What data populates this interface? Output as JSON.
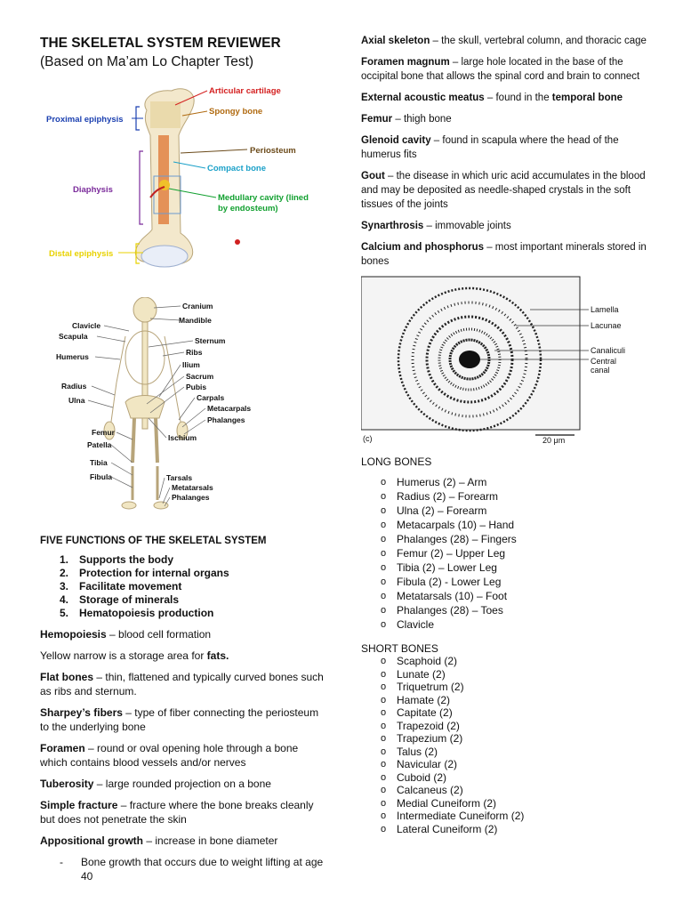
{
  "title": {
    "bold": "THE SKELETAL SYSTEM REVIEWER",
    "rest": " (Based on Ma’am Lo Chapter Test)"
  },
  "bone_figure": {
    "labels": {
      "articular_cartilage": "Articular cartilage",
      "spongy_bone": "Spongy bone",
      "proximal_epiphysis": "Proximal epiphysis",
      "periosteum": "Periosteum",
      "compact_bone": "Compact bone",
      "diaphysis": "Diaphysis",
      "medullary_line1": "Medullary cavity (lined",
      "medullary_line2": "by endosteum)",
      "distal_epiphysis": "Distal epiphysis"
    }
  },
  "skeleton_figure": {
    "labels": {
      "cranium": "Cranium",
      "mandible": "Mandible",
      "clavicle": "Clavicle",
      "scapula": "Scapula",
      "sternum": "Sternum",
      "ribs": "Ribs",
      "humerus": "Humerus",
      "ilium": "Ilium",
      "sacrum": "Sacrum",
      "radius": "Radius",
      "pubis": "Pubis",
      "ulna": "Ulna",
      "carpals": "Carpals",
      "metacarpals": "Metacarpals",
      "phalanges_upper": "Phalanges",
      "femur": "Femur",
      "ischium": "Ischium",
      "patella": "Patella",
      "tibia": "Tibia",
      "fibula": "Fibula",
      "tarsals": "Tarsals",
      "metatarsals": "Metatarsals",
      "phalanges_lower": "Phalanges"
    }
  },
  "functions": {
    "heading": "FIVE FUNCTIONS OF THE SKELETAL SYSTEM",
    "items": [
      {
        "num": "1.",
        "text": "Supports the body"
      },
      {
        "num": "2.",
        "text": "Protection for internal organs"
      },
      {
        "num": "3.",
        "text": "Facilitate movement"
      },
      {
        "num": "4.",
        "text": "Storage of minerals"
      },
      {
        "num": "5.",
        "text": "Hematopoiesis production"
      }
    ]
  },
  "left_defs": {
    "hemopoiesis": {
      "term": "Hemopoiesis",
      "def": " – blood cell formation"
    },
    "yellow": {
      "pre": "Yellow narrow is a storage area for ",
      "term": "fats."
    },
    "flat_bones": {
      "term": "Flat bones",
      "def": " – thin, flattened and typically curved bones such as ribs and sternum."
    },
    "sharpeys": {
      "term": "Sharpey’s fibers",
      "def": " – type of fiber connecting the periosteum to the underlying bone"
    },
    "foramen": {
      "term": "Foramen",
      "def": " – round or oval opening hole through a bone which contains blood vessels and/or nerves"
    },
    "tuberosity": {
      "term": "Tuberosity",
      "def": " – large rounded projection on a bone"
    },
    "simple_fracture": {
      "term": "Simple fracture",
      "def": " – fracture where the bone breaks cleanly but does not penetrate the skin"
    },
    "appositional": {
      "term": "Appositional growth",
      "def": " – increase in bone diameter"
    },
    "appositional_bullet": {
      "dash": "-",
      "text": "Bone growth that occurs due to weight lifting at age 40"
    }
  },
  "right_defs": {
    "axial": {
      "term": "Axial skeleton",
      "def": " – the skull, vertebral column, and thoracic cage"
    },
    "foramen_magnum": {
      "term": "Foramen magnum",
      "def": " – large hole located in the base of the occipital bone that allows the spinal cord and brain to connect"
    },
    "eam": {
      "term": "External acoustic meatus",
      "mid": " – found in the ",
      "term2": "temporal bone"
    },
    "femur": {
      "term": "Femur",
      "def": " – thigh bone"
    },
    "glenoid": {
      "term": "Glenoid cavity",
      "def": " – found in scapula where the head of the humerus fits"
    },
    "gout": {
      "term": "Gout",
      "def": " – the disease in which uric acid accumulates in the blood and may be deposited as needle-shaped crystals in the soft tissues of the joints"
    },
    "synarthrosis": {
      "term": "Synarthrosis",
      "def": " – immovable joints"
    },
    "calcium": {
      "term": "Calcium and phosphorus",
      "def": " – most important minerals stored in bones"
    }
  },
  "micrograph": {
    "labels": {
      "lamella": "Lamella",
      "lacunae": "Lacunae",
      "canaliculi": "Canaliculi",
      "central_canal_1": "Central",
      "central_canal_2": "canal",
      "panel": "(c)",
      "scale": "20 μm"
    }
  },
  "long_bones": {
    "heading": "LONG BONES",
    "bullet": "o",
    "items": [
      "Humerus (2) – Arm",
      "Radius (2) – Forearm",
      "Ulna (2) – Forearm",
      "Metacarpals (10) – Hand",
      "Phalanges (28) – Fingers",
      "Femur (2) – Upper Leg",
      "Tibia (2) – Lower Leg",
      "Fibula (2) - Lower Leg",
      "Metatarsals (10) – Foot",
      "Phalanges (28) – Toes",
      "Clavicle"
    ]
  },
  "short_bones": {
    "heading": "SHORT BONES",
    "bullet": "o",
    "items": [
      "Scaphoid (2)",
      "Lunate (2)",
      "Triquetrum (2)",
      "Hamate (2)",
      "Capitate (2)",
      "Trapezoid (2)",
      "Trapezium (2)",
      "Talus (2)",
      "Navicular (2)",
      "Cuboid (2)",
      "Calcaneus (2)",
      "Medial Cuneiform (2)",
      "Intermediate Cuneiform (2)",
      "Lateral Cuneiform (2)"
    ]
  },
  "colors": {
    "articular": "#d42020",
    "spongy": "#b06a10",
    "proximal": "#1a3fb0",
    "periosteum": "#6b4a1a",
    "compact": "#1aa0c8",
    "diaphysis": "#7a2a9a",
    "medullary": "#12a030",
    "distal": "#e8d200"
  }
}
